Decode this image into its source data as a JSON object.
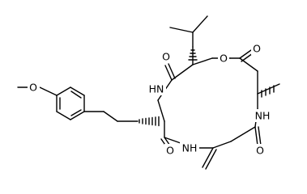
{
  "structure_colors": {
    "bond": "#000000",
    "background": "#ffffff"
  },
  "atom_labels": {
    "methoxy_o": "O",
    "ester_ring_o": "O",
    "ketone_o_val": "O",
    "ketone_o_ala": "O",
    "amide_nh_left": "HN",
    "amide_nh_right": "NH",
    "amide_nh_bottom": "NH",
    "ketone_o_bottom_left": "O",
    "ketone_o_bottom_right": "O"
  }
}
